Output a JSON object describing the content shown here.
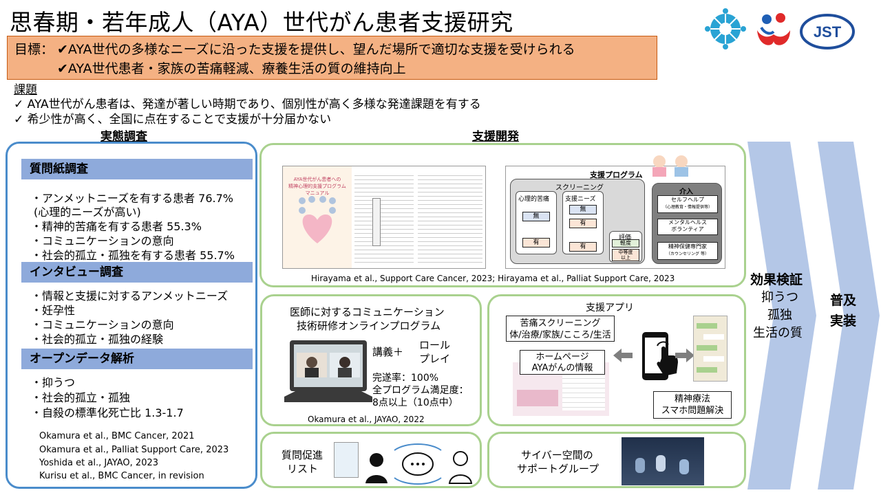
{
  "title": "思春期・若年成人（AYA）世代がん患者支援研究",
  "goal": {
    "label": "目標：",
    "line1": "✔AYA世代の多様なニーズに沿った支援を提供し、望んだ場所で適切な支援を受けられる",
    "line2": "✔AYA世代患者・家族の苦痛軽減、療養生活の質の維持向上"
  },
  "issues": {
    "heading": "課題",
    "item1": "✓ AYA世代がん患者は、発達が著しい時期であり、個別性が高く多様な発達課題を有する",
    "item2": "✓ 希少性が高く、全国に点在することで支援が十分届かない"
  },
  "survey": {
    "heading": "実態調査",
    "questionnaire": {
      "title": "質問紙調査",
      "items": [
        "・アンメットニーズを有する患者 76.7%",
        "(心理的ニーズが高い)",
        "・精神的苦痛を有する患者 55.3%",
        "・コミュニケーションの意向",
        "・社会的孤立・孤独を有する患者 55.7%"
      ]
    },
    "interview": {
      "title": "インタビュー調査",
      "items": [
        "・情報と支援に対するアンメットニーズ",
        "・妊孕性",
        "・コミュニケーションの意向",
        "・社会的孤立・孤独の経験"
      ]
    },
    "opendata": {
      "title": "オープンデータ解析",
      "items": [
        "・抑うつ",
        "・社会的孤立・孤独",
        "・自殺の標準化死亡比 1.3-1.7"
      ]
    },
    "refs": [
      "Okamura et al., BMC Cancer, 2021",
      "Okamura et al., Palliat Support Care, 2023",
      "Yoshida et al., JAYAO, 2023",
      "Kurisu et al., BMC Cancer, in revision"
    ]
  },
  "development": {
    "heading": "支援開発",
    "manual_title": "AYA世代がん患者への\n精神心理的支援プログラム\nマニュアル",
    "program": {
      "title": "支援プログラム",
      "screening": "スクリーニング",
      "psych": "心理的苦痛",
      "needs": "支援ニーズ",
      "none1": "無",
      "none2": "無",
      "yes1": "有",
      "yes2": "有",
      "yes3": "有",
      "intervention": "介入",
      "selfhelp": "セルフヘルプ",
      "selfhelp_sub": "（心理教育・情報提供等）",
      "volunteer": "メンタルヘルス\nボランティア",
      "eval": "評価",
      "mild": "軽度",
      "moderate": "中等度\n以上",
      "specialist": "精神保健専門家",
      "specialist_sub": "（カウンセリング 等）"
    },
    "ref": "Hirayama et al., Support Care Cancer, 2023; Hirayama et al., Palliat Support Care, 2023"
  },
  "communication": {
    "title1": "医師に対するコミュニケーション",
    "title2": "技術研修オンラインプログラム",
    "lecture": "講義＋",
    "roleplay1": "ロール",
    "roleplay2": "プレイ",
    "completion": "完遂率：100%",
    "satisfaction1": "全プログラム満足度：",
    "satisfaction2": "8点以上（10点中）",
    "ref": "Okamura et al., JAYAO, 2022"
  },
  "app": {
    "title": "支援アプリ",
    "pain1": "苦痛スクリーニング",
    "pain2": "体/治療/家族/こころ/生活",
    "home1": "ホームページ",
    "home2": "AYAがんの情報",
    "therapy1": "精神療法",
    "therapy2": "スマホ問題解決"
  },
  "qpl": {
    "line1": "質問促進",
    "line2": "リスト"
  },
  "cyber": {
    "line1": "サイバー空間の",
    "line2": "サポートグループ"
  },
  "effect": {
    "title": "効果検証",
    "items": [
      "抑うつ",
      "孤独",
      "生活の質"
    ]
  },
  "spread": {
    "line1": "普及",
    "line2": "実装"
  },
  "colors": {
    "goal_bg": "#f4b183",
    "bar": "#8eaadb",
    "survey_border": "#4a8ccb",
    "green_border": "#a9d18e",
    "arrow": "#b4c7e7"
  }
}
